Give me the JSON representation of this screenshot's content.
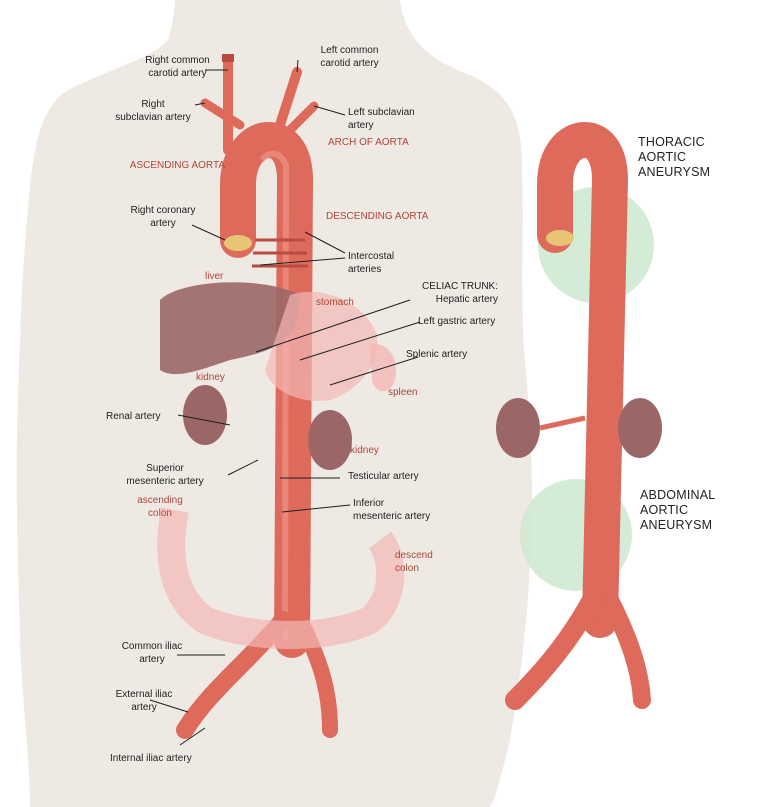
{
  "labels": {
    "right_common_carotid": "Right common\ncarotid artery",
    "left_common_carotid": "Left common\ncarotid artery",
    "right_subclavian": "Right\nsubclavian artery",
    "left_subclavian": "Left subclavian\nartery",
    "arch_of_aorta": "ARCH OF AORTA",
    "ascending_aorta": "ASCENDING AORTA",
    "right_coronary": "Right coronary\nartery",
    "descending_aorta": "DESCENDING AORTA",
    "intercostal": "Intercostal\narteries",
    "liver": "liver",
    "celiac_trunk": "CELIAC TRUNK:\nHepatic artery",
    "stomach": "stomach",
    "left_gastric": "Left gastric artery",
    "splenic": "Splenic artery",
    "kidney_left_side": "kidney",
    "spleen": "spleen",
    "renal": "Renal artery",
    "kidney_right_side": "kidney",
    "superior_mesenteric": "Superior\nmesenteric artery",
    "testicular": "Testicular artery",
    "ascending_colon": "ascending\ncolon",
    "inferior_mesenteric": "Inferior\nmesenteric artery",
    "descend_colon": "descend\ncolon",
    "common_iliac": "Common iliac\nartery",
    "external_iliac": "External iliac\nartery",
    "internal_iliac": "Internal iliac artery",
    "thoracic_aneurysm": "THORACIC\nAORTIC\nANEURYSM",
    "abdominal_aneurysm": "ABDOMINAL\nAORTIC\nANEURYSM"
  },
  "colors": {
    "body": "#eeeae3",
    "artery": "#de6a5c",
    "artery_dark": "#b94b40",
    "highlight": "#f09a8d",
    "organ": "#9b6766",
    "organ_light": "#f4b7b5",
    "aneurysm_glow": "#cfe9d0",
    "label_red": "#b0453a",
    "valve": "#e8c574"
  }
}
